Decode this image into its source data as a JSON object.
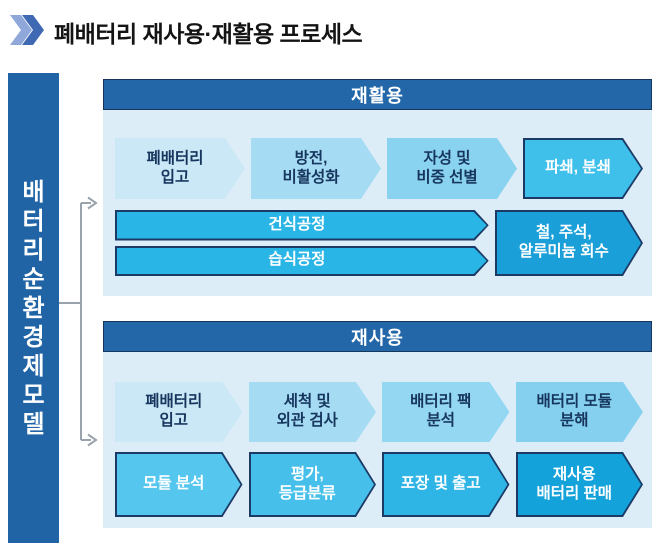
{
  "title": "폐배터리 재사용·재활용 프로세스",
  "sidebar_label": "배\n터\n리\n순\n환\n경\n제\n모\n델",
  "icons": {
    "title_marker": "double-chevron-right-icon",
    "connector": "branch-arrows-right"
  },
  "colors": {
    "header_blue": "#2467a9",
    "header_border": "#16365c",
    "panel_bg": "#ddedf8",
    "sidebar_blue": "#2164a6",
    "step_light_1": "#cbe8f7",
    "step_light_2": "#a6dcf3",
    "step_light_3": "#8ad3f0",
    "step_light_4": "#84d0ee",
    "step_cyan": "#3fc0ea",
    "step_process_cyan": "#29b5e6",
    "step_deep_blue": "#1a9fd8",
    "step_border_navy": "#1b3a66",
    "dark_text": "#17365e",
    "connector_gray": "#9aa3ab",
    "chevron_light": "#8fa7d9",
    "chevron_dark": "#3f6ab3"
  },
  "recycling": {
    "header": "재활용",
    "steps": [
      "폐배터리\n입고",
      "방전,\n비활성화",
      "자성 및\n비중 선별",
      "파쇄, 분쇄"
    ],
    "processes": [
      "건식공정",
      "습식공정"
    ],
    "result": "철, 주석,\n알루미늄 회수"
  },
  "reuse": {
    "header": "재사용",
    "steps": [
      "폐배터리\n입고",
      "세척 및\n외관 검사",
      "배터리 팩\n분석",
      "배터리 모듈\n분해"
    ],
    "steps2": [
      "모듈 분석",
      "평가,\n등급분류",
      "포장 및 출고",
      "재사용\n배터리 판매"
    ]
  }
}
